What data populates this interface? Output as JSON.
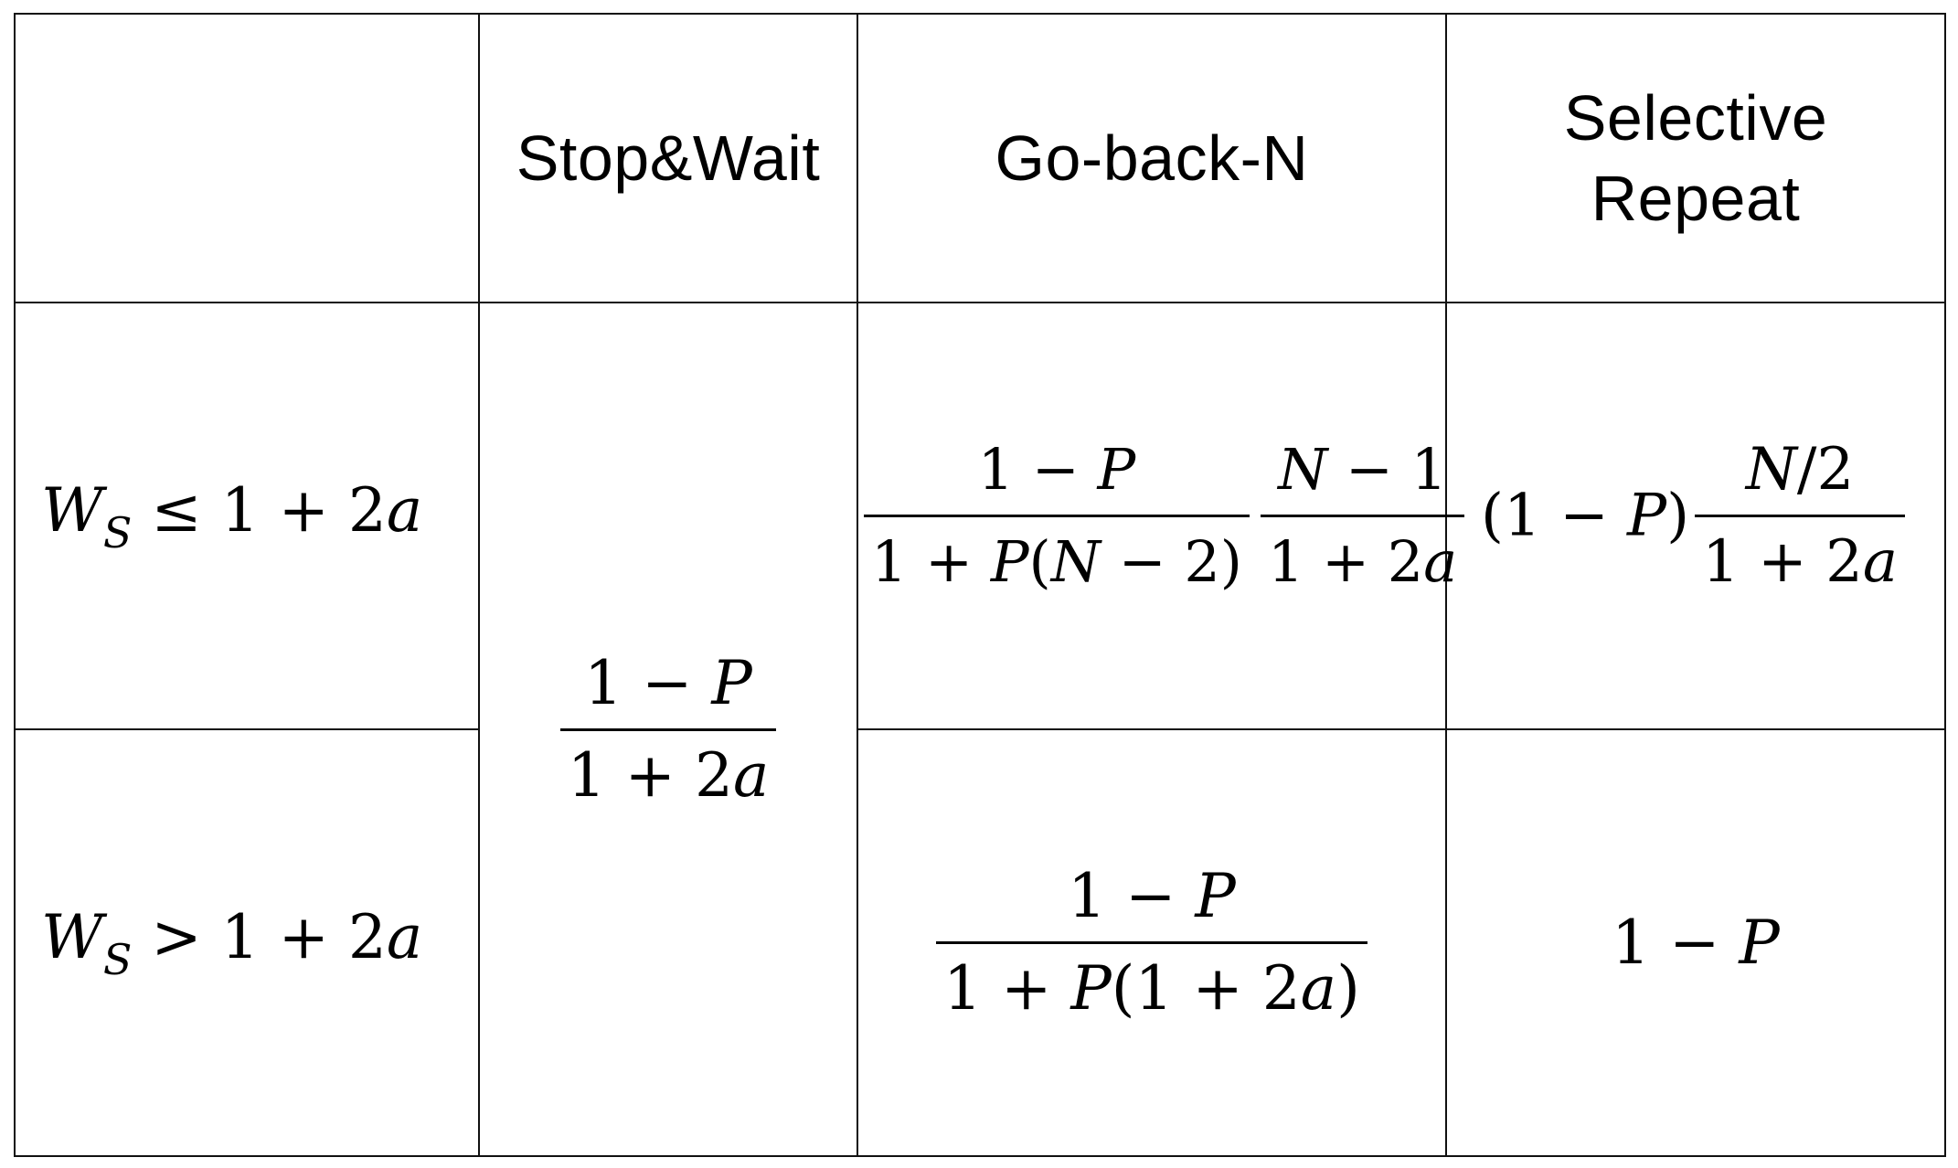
{
  "table": {
    "headers": {
      "corner": "",
      "stop_and_wait": "Stop&Wait",
      "go_back_n": "Go-back-N",
      "selective_repeat": "Selective Repeat"
    },
    "rows": [
      {
        "condition": "W_S ≤ 1 + 2a",
        "stop_and_wait": "(1 − P) / (1 + 2a)",
        "go_back_n": "(1 − P) / (1 + P(N − 2)) · (N − 1) / (1 + 2a)",
        "selective_repeat": "(1 − P) · (N/2) / (1 + 2a)"
      },
      {
        "condition": "W_S > 1 + 2a",
        "stop_and_wait": "(1 − P) / (1 + 2a)",
        "go_back_n": "(1 − P) / (1 + P(1 + 2a))",
        "selective_repeat": "1 − P"
      }
    ]
  },
  "math_tokens": {
    "W": "W",
    "S": "S",
    "le": "≤",
    "gt": ">",
    "one_plus_2a_prefix": "1 + 2",
    "a": "a",
    "one_minus": "1 − ",
    "P": "P",
    "one_plus": "1 + ",
    "N": "N",
    "minus_2_close": " − 2)",
    "minus_1": " − 1",
    "over_2": "/2",
    "paren_open": "(",
    "paren_close": ")",
    "paren_open_1_minus": "(1 − ",
    "paren_1_plus_2": "(1 + 2",
    "open_paren": "("
  }
}
